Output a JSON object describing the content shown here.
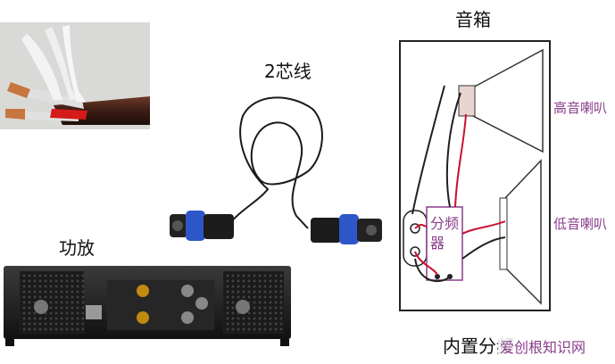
{
  "labels": {
    "cable": "2芯线",
    "speaker_box": "音箱",
    "amplifier": "功放",
    "tweeter": "高音喇叭",
    "woofer": "低音喇叭",
    "crossover": "分频器",
    "caption": "内置分频"
  },
  "watermark": "爱创根知识网",
  "colors": {
    "wire_red": "#c8102e",
    "wire_dark": "#202020",
    "annotation_purple": "#8a3d8c",
    "connector_blue": "#2d56c8"
  }
}
